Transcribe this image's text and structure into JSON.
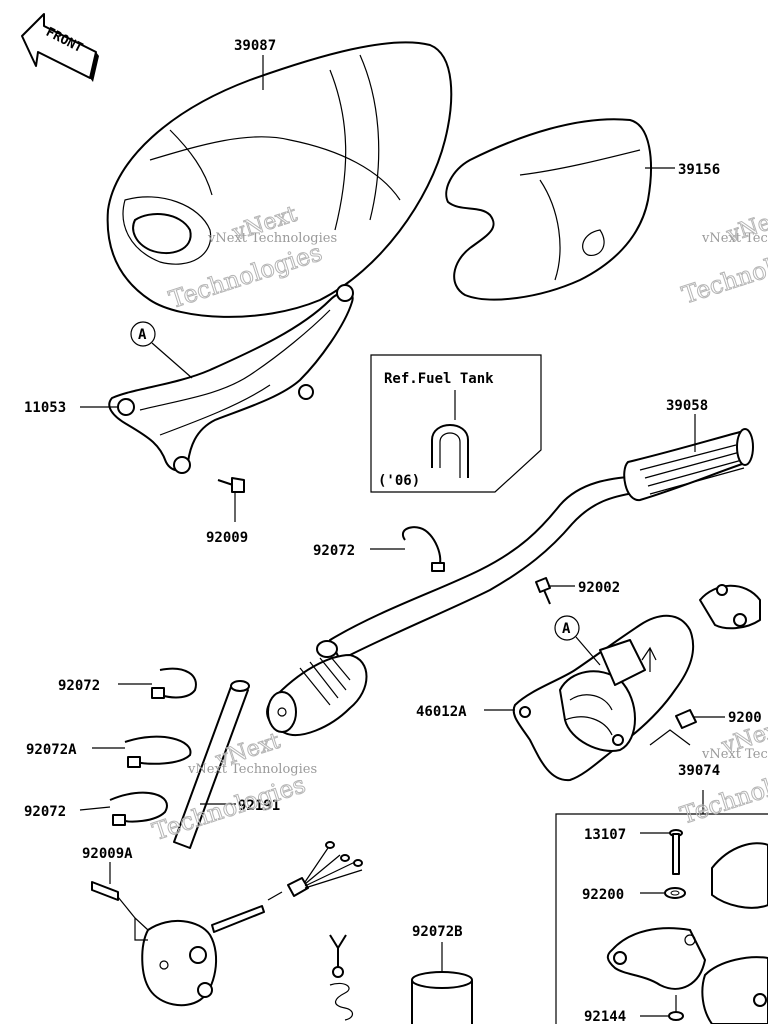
{
  "front_label": "FRONT",
  "ref_box": {
    "title": "Ref.Fuel Tank",
    "year": "('06)"
  },
  "ref_marker": "A",
  "parts": [
    {
      "id": "p39087",
      "number": "39087"
    },
    {
      "id": "p39156",
      "number": "39156"
    },
    {
      "id": "p11053",
      "number": "11053"
    },
    {
      "id": "p92009",
      "number": "92009"
    },
    {
      "id": "p39058",
      "number": "39058"
    },
    {
      "id": "p92072_mid",
      "number": "92072"
    },
    {
      "id": "p92002",
      "number": "92002"
    },
    {
      "id": "p46012A",
      "number": "46012A"
    },
    {
      "id": "p9200x",
      "number": "9200"
    },
    {
      "id": "p39074",
      "number": "39074"
    },
    {
      "id": "p92072_a",
      "number": "92072"
    },
    {
      "id": "p92072A",
      "number": "92072A"
    },
    {
      "id": "p92072_b",
      "number": "92072"
    },
    {
      "id": "p92191",
      "number": "92191"
    },
    {
      "id": "p92009A",
      "number": "92009A"
    },
    {
      "id": "p92072B",
      "number": "92072B"
    },
    {
      "id": "p13107",
      "number": "13107"
    },
    {
      "id": "p92200",
      "number": "92200"
    },
    {
      "id": "p92144",
      "number": "92144"
    }
  ],
  "watermark": {
    "brand": "vNext Technologies",
    "word1": "vNext",
    "word2": "Technologies"
  }
}
